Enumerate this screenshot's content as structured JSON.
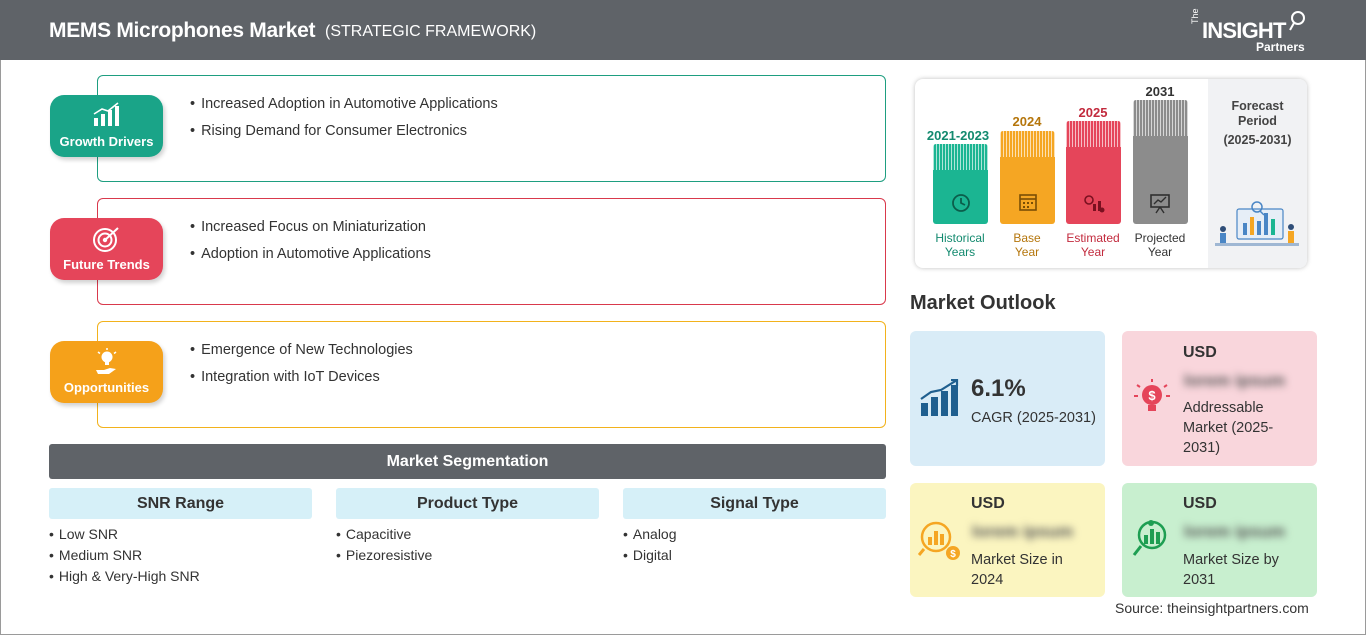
{
  "header": {
    "title": "MEMS Microphones Market",
    "subtitle": "(STRATEGIC FRAMEWORK)",
    "logo": {
      "the": "The",
      "insight": "INSIGHT",
      "partners": "Partners"
    }
  },
  "framework": [
    {
      "label": "Growth Drivers",
      "icon": "growth-chart-icon",
      "color": "#1aa488",
      "border": "#1e9e80",
      "items": [
        "Increased Adoption in Automotive Applications",
        "Rising Demand for Consumer Electronics"
      ]
    },
    {
      "label": "Future Trends",
      "icon": "target-icon",
      "color": "#e5455a",
      "border": "#d9394c",
      "items": [
        "Increased Focus on Miniaturization",
        "Adoption in Automotive Applications"
      ]
    },
    {
      "label": "Opportunities",
      "icon": "lightbulb-hand-icon",
      "color": "#f5a11a",
      "border": "#f2b21c",
      "items": [
        "Emergence of New Technologies",
        "Integration with IoT Devices"
      ]
    }
  ],
  "segmentation": {
    "title": "Market Segmentation",
    "columns": [
      {
        "title": "SNR Range",
        "items": [
          "Low SNR",
          "Medium SNR",
          "High & Very-High SNR"
        ]
      },
      {
        "title": "Product Type",
        "items": [
          "Capacitive",
          "Piezoresistive"
        ]
      },
      {
        "title": "Signal Type",
        "items": [
          "Analog",
          "Digital"
        ]
      }
    ]
  },
  "timeline": {
    "bars": [
      {
        "year": "2021-2023",
        "label_line1": "Historical",
        "label_line2": "Years",
        "color": "#1bb592",
        "year_color": "#138a6f",
        "icon": "history-icon"
      },
      {
        "year": "2024",
        "label_line1": "Base",
        "label_line2": "Year",
        "color": "#f5a623",
        "year_color": "#b5760c",
        "icon": "calendar-icon"
      },
      {
        "year": "2025",
        "label_line1": "Estimated",
        "label_line2": "Year",
        "color": "#e5455a",
        "year_color": "#c22a3d",
        "icon": "gear-chart-icon"
      },
      {
        "year": "2031",
        "label_line1": "Projected",
        "label_line2": "Year",
        "color": "#8c8c8c",
        "year_color": "#333333",
        "icon": "presentation-icon"
      }
    ],
    "forecast_title_line1": "Forecast",
    "forecast_title_line2": "Period",
    "forecast_range": "(2025-2031)"
  },
  "outlook": {
    "title": "Market Outlook",
    "cagr_value": "6.1%",
    "cagr_label": "CAGR (2025-2031)",
    "addressable_usd": "USD",
    "addressable_value": "lorem ipsum",
    "addressable_label": "Addressable Market (2025-2031)",
    "size2024_usd": "USD",
    "size2024_value": "lorem ipsum",
    "size2024_label": "Market Size in 2024",
    "size2031_usd": "USD",
    "size2031_value": "lorem ipsum",
    "size2031_label": "Market Size by 2031",
    "colors": {
      "cagr": "#d9ecf7",
      "addressable": "#f9d6dc",
      "size2024": "#fbf5c0",
      "size2031": "#c8efcf"
    }
  },
  "source": "Source: theinsightpartners.com"
}
